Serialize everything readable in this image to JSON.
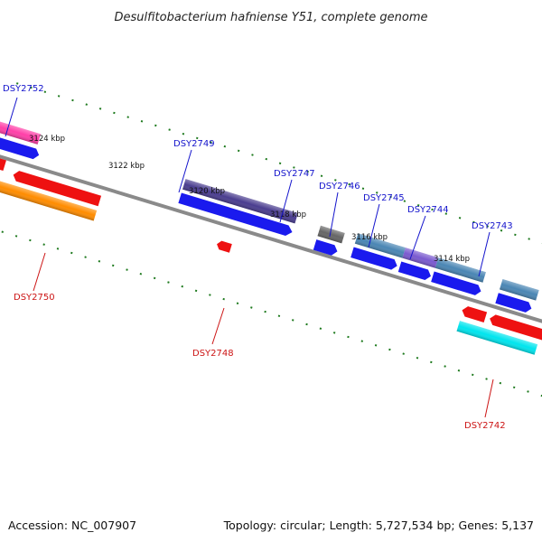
{
  "map": {
    "title": "Desulfitobacterium hafniense Y51, complete genome",
    "accession": "Accession: NC_007907",
    "summary": "Topology: circular; Length: 5,727,534 bp; Genes: 5,137"
  },
  "colors": {
    "backbone": "#8a8a8a",
    "tick": "#1e7a1e",
    "label_top": "#1414cc",
    "label_bottom": "#cc1414"
  },
  "scale_ticks": [
    {
      "id": "tick-3124",
      "label": "3124 kbp"
    },
    {
      "id": "tick-3122",
      "label": "3122 kbp"
    },
    {
      "id": "tick-3120",
      "label": "3120 kbp"
    },
    {
      "id": "tick-3118",
      "label": "3118 kbp"
    },
    {
      "id": "tick-3116",
      "label": "3116 kbp"
    },
    {
      "id": "tick-3114",
      "label": "3114 kbp"
    }
  ],
  "gene_labels": [
    {
      "id": "DSY2752",
      "text": "DSY2752",
      "strand": "top"
    },
    {
      "id": "DSY2749",
      "text": "DSY2749",
      "strand": "top"
    },
    {
      "id": "DSY2747",
      "text": "DSY2747",
      "strand": "top"
    },
    {
      "id": "DSY2746",
      "text": "DSY2746",
      "strand": "top"
    },
    {
      "id": "DSY2745",
      "text": "DSY2745",
      "strand": "top"
    },
    {
      "id": "DSY2744",
      "text": "DSY2744",
      "strand": "top"
    },
    {
      "id": "DSY2743",
      "text": "DSY2743",
      "strand": "top"
    },
    {
      "id": "DSY2750",
      "text": "DSY2750",
      "strand": "bottom"
    },
    {
      "id": "DSY2748",
      "text": "DSY2748",
      "strand": "bottom"
    },
    {
      "id": "DSY2742",
      "text": "DSY2742",
      "strand": "bottom"
    }
  ],
  "features": [
    {
      "id": "DSY2752-feature",
      "color": "#ff3fa8"
    },
    {
      "id": "DSY2749-feature",
      "color": "#4a3d8f"
    },
    {
      "id": "DSY2747-feature",
      "color": "#666666"
    },
    {
      "id": "DSY2746-feature",
      "color": "#4a86b4"
    },
    {
      "id": "DSY2745-feature",
      "color": "#7a5acf"
    },
    {
      "id": "DSY2744-feature",
      "color": "#4a86b4"
    },
    {
      "id": "DSY2743-feature",
      "color": "#4a86b4"
    },
    {
      "id": "DSY2750-feature",
      "color": "#ff8c00"
    },
    {
      "id": "DSY2742-feature",
      "color": "#00e5ee"
    },
    {
      "id": "top-strand-cds",
      "color": "#1a1aee"
    },
    {
      "id": "bottom-strand-cds",
      "color": "#ee1111"
    }
  ]
}
